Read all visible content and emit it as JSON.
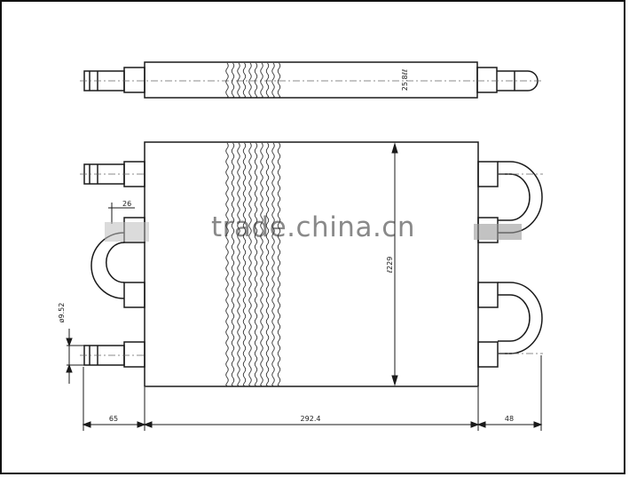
{
  "watermark": "trade.china.cn",
  "dimensions": {
    "left_overall": "65",
    "core_width": "292.4",
    "right_overall": "48",
    "core_height": "ℓ229",
    "tube_diameter": "ø9.52",
    "pitch": "26",
    "core_depth": "25.8ℓℓ"
  },
  "colors": {
    "line": "#1a1a1a",
    "fin": "#333333",
    "center": "#666666"
  }
}
